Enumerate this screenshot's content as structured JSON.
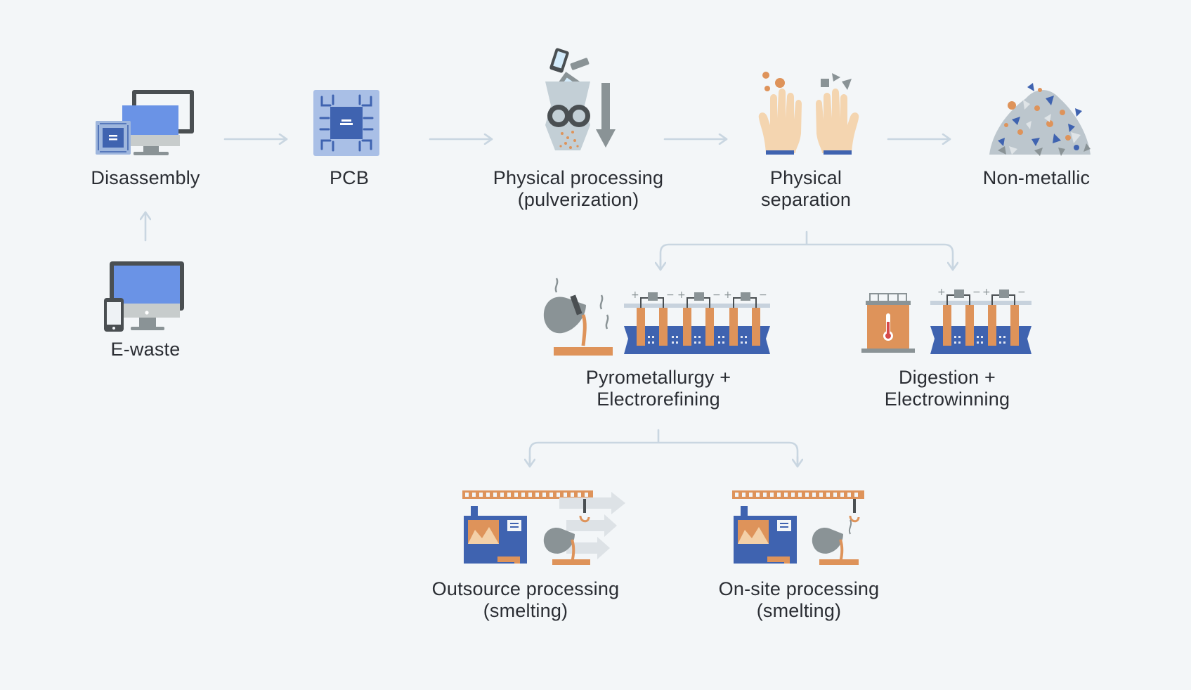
{
  "nodes": {
    "disassembly": {
      "lines": [
        "Disassembly"
      ]
    },
    "pcb": {
      "lines": [
        "PCB"
      ]
    },
    "physical_processing": {
      "lines": [
        "Physical processing",
        "(pulverization)"
      ]
    },
    "physical_separation": {
      "lines": [
        "Physical",
        "separation"
      ]
    },
    "non_metallic": {
      "lines": [
        "Non-metallic"
      ]
    },
    "e_waste": {
      "lines": [
        "E-waste"
      ]
    },
    "pyro": {
      "lines": [
        "Pyrometallurgy +",
        "Electrorefining"
      ]
    },
    "digestion": {
      "lines": [
        "Digestion +",
        "Electrowinning"
      ]
    },
    "outsource": {
      "lines": [
        "Outsource processing",
        "(smelting)"
      ]
    },
    "onsite": {
      "lines": [
        "On-site processing",
        "(smelting)"
      ]
    }
  },
  "colors": {
    "background": "#f3f6f8",
    "connector": "#c9d6e1",
    "blue": "#3f63b0",
    "light_blue": "#6a93e6",
    "orange": "#de935a",
    "gray": "#8a9396",
    "dark_gray": "#4a4f52"
  },
  "icons": {
    "disassembly": "computer-with-chip-icon",
    "pcb": "circuit-board-icon",
    "physical_processing": "shredder-icon",
    "physical_separation": "hands-sorting-icon",
    "non_metallic": "debris-pile-icon",
    "e_waste": "computer-and-phone-icon",
    "pyro": "furnace-pour-and-electrolysis-tank-icon",
    "digestion": "heated-tank-and-electrolysis-tank-icon",
    "outsource": "factory-with-transport-icon",
    "onsite": "factory-with-pouring-icon"
  }
}
